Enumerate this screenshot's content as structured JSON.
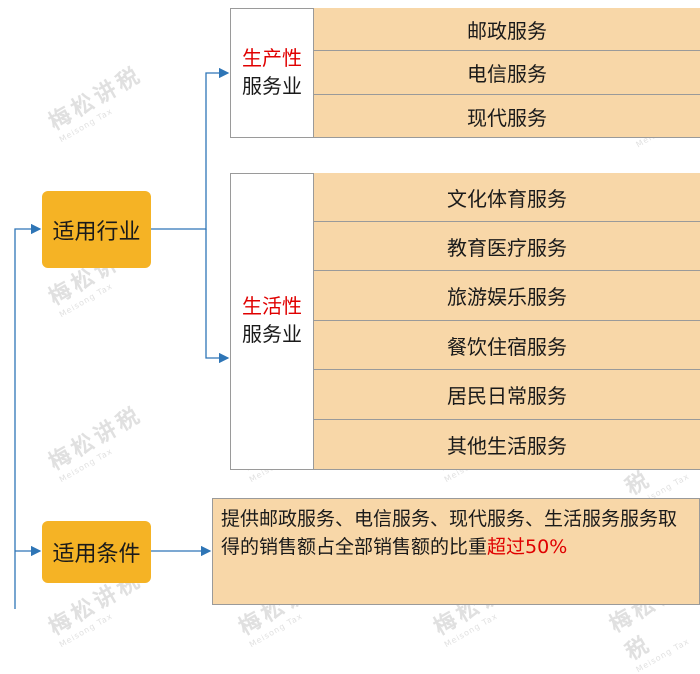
{
  "watermark": "梅松讲税",
  "watermark_sub": "Meisong Tax",
  "nodes": {
    "industry": "适用行业",
    "condition": "适用条件"
  },
  "productive": {
    "label_red": "生产性",
    "label_black": "服务业",
    "items": [
      "邮政服务",
      "电信服务",
      "现代服务"
    ]
  },
  "lifestyle": {
    "label_red": "生活性",
    "label_black": "服务业",
    "items": [
      "文化体育服务",
      "教育医疗服务",
      "旅游娱乐服务",
      "餐饮住宿服务",
      "居民日常服务",
      "其他生活服务"
    ]
  },
  "condition_text": {
    "main": "提供邮政服务、电信服务、现代服务、生活服务服务取得的销售额占全部销售额的比重",
    "highlight": "超过50%"
  },
  "colors": {
    "node": "#f5b325",
    "item": "#f8d7a8",
    "arrow": "#2e75b6",
    "highlight": "#e00000"
  }
}
